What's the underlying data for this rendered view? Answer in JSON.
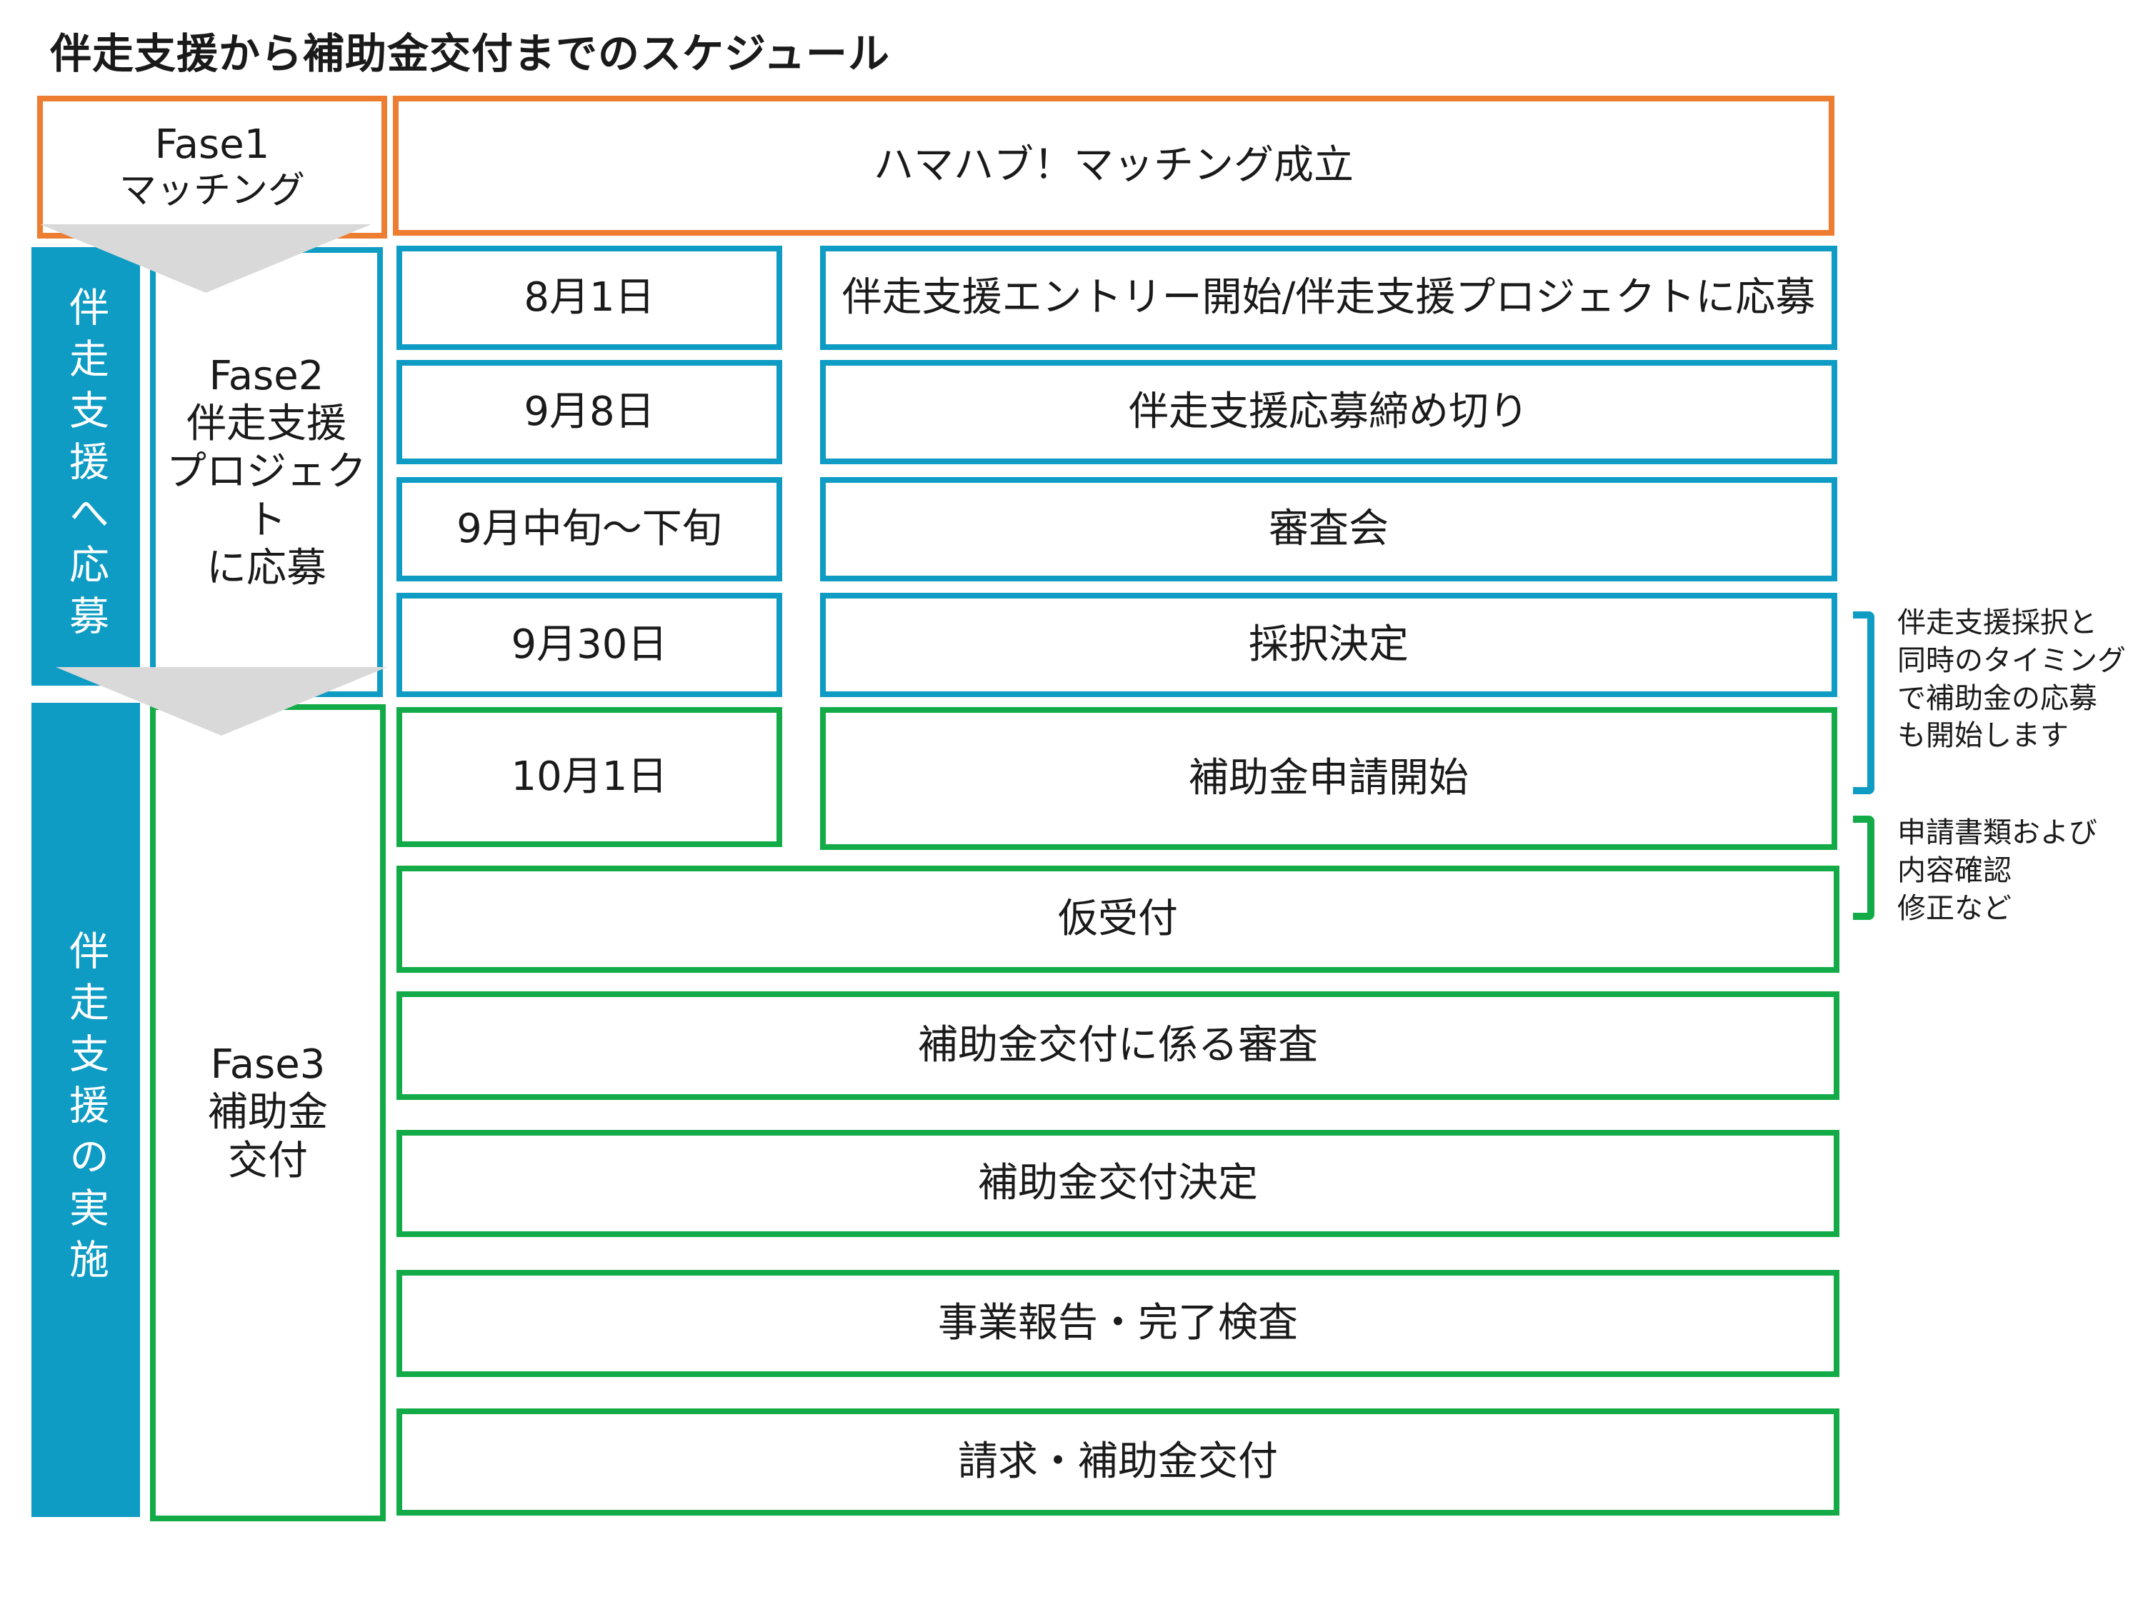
{
  "title": "伴走支援から補助金交付までのスケジュール",
  "colors": {
    "fase1": "#ED7D31",
    "fase2": "#0E9BC4",
    "fase3": "#13AB48",
    "arrow": "#D9D9D9"
  },
  "vertical_labels": {
    "apply": "伴走支援へ応募",
    "implement": "伴走支援の実施"
  },
  "fases": {
    "fase1": {
      "name": "Fase1",
      "lines": [
        "マッチング"
      ]
    },
    "fase2": {
      "name": "Fase2",
      "lines": [
        "伴走支援",
        "プロジェクト",
        "に応募"
      ]
    },
    "fase3": {
      "name": "Fase3",
      "lines": [
        "補助金",
        "交付"
      ]
    }
  },
  "fase1_event": "ハマハブ！マッチング成立",
  "schedule": [
    {
      "date": "8月1日",
      "event": "伴走支援エントリー開始/伴走支援プロジェクトに応募"
    },
    {
      "date": "9月8日",
      "event": "伴走支援応募締め切り"
    },
    {
      "date": "9月中旬～下旬",
      "event": "審査会"
    },
    {
      "date": "9月30日",
      "event": "採択決定"
    },
    {
      "date": "10月1日",
      "event": "補助金申請開始"
    }
  ],
  "steps": [
    "仮受付",
    "補助金交付に係る審査",
    "補助金交付決定",
    "事業報告・完了検査",
    "請求・補助金交付"
  ],
  "notes": {
    "blue": [
      "伴走支援採択と",
      "同時のタイミング",
      "で補助金の応募",
      "も開始します"
    ],
    "green": [
      "申請書類および",
      "内容確認",
      "修正など"
    ]
  }
}
